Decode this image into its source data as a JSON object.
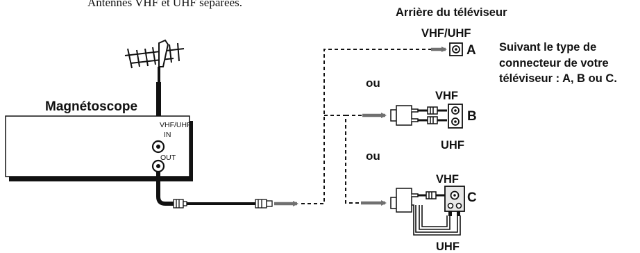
{
  "top_cut_text": "Antennes VHF et UHF séparées.",
  "tv_back_label": "Arrière du téléviseur",
  "vcr_label": "Magnétoscope",
  "vcr_jacks": {
    "in_top": "VHF/UHF",
    "in": "IN",
    "out": "OUT"
  },
  "connectors": {
    "a": {
      "band": "VHF/UHF",
      "letter": "A"
    },
    "b": {
      "vhf": "VHF",
      "letter": "B",
      "uhf": "UHF"
    },
    "c": {
      "vhf": "VHF",
      "letter": "C",
      "uhf": "UHF"
    }
  },
  "or_labels": [
    "ou",
    "ou"
  ],
  "side_note": "Suivant le type de connecteur de votre téléviseur : A, B ou C.",
  "colors": {
    "ink": "#111111",
    "arrow": "#707070",
    "panel": "#e8e8e8"
  }
}
